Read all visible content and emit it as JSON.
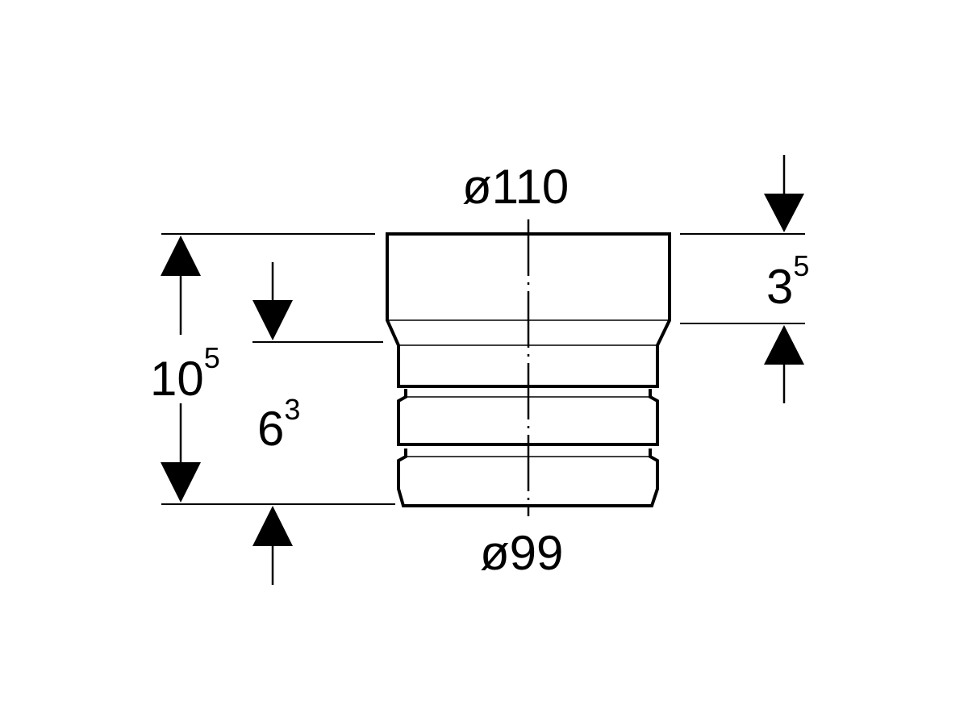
{
  "diagram": {
    "top_diameter": "ø110",
    "bottom_diameter": "ø99",
    "total_height": {
      "main": "10",
      "sup": "5"
    },
    "insertion_depth": {
      "main": "6",
      "sup": "3"
    },
    "socket_depth": {
      "main": "3",
      "sup": "5"
    }
  }
}
